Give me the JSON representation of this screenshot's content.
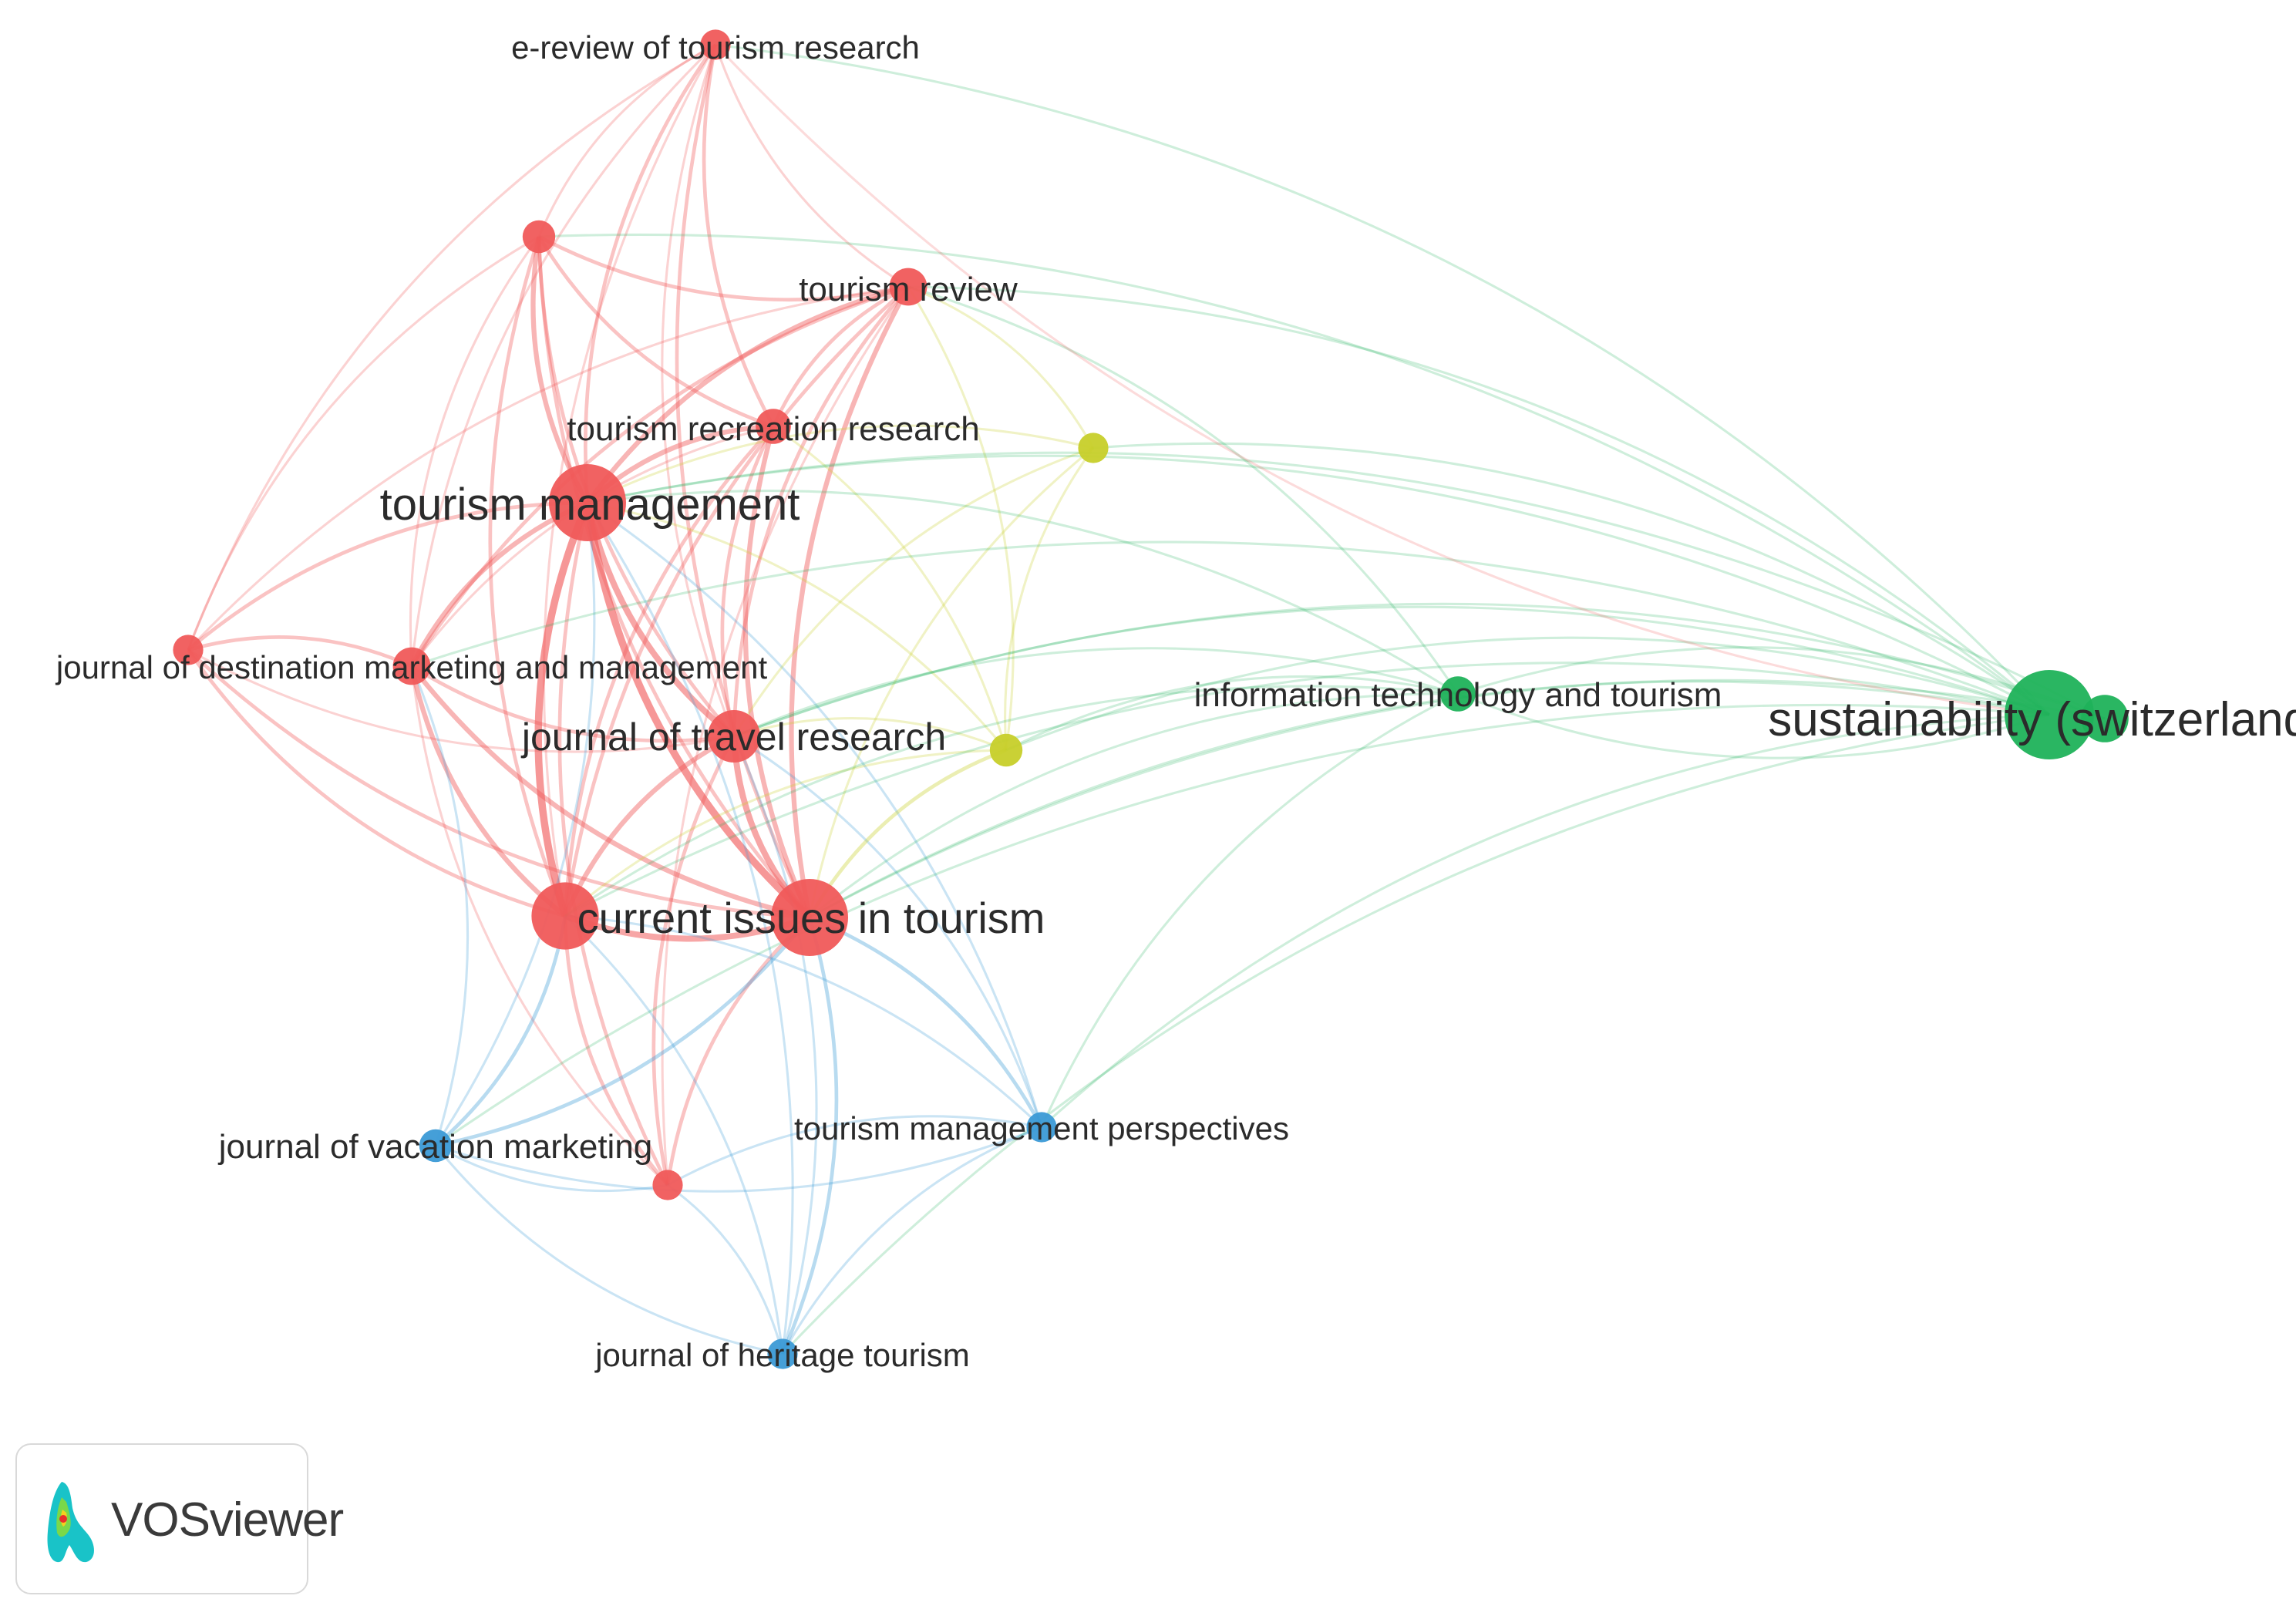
{
  "app": {
    "name": "VOSviewer"
  },
  "colors": {
    "cluster_1": "#f05a5a",
    "cluster_2": "#1fb25a",
    "cluster_3": "#3b9ad6",
    "cluster_4": "#c7cf2a"
  },
  "network": {
    "nodes": [
      {
        "id": "erev",
        "label": "e-review of tourism research",
        "cluster": 1,
        "weight": 1.2
      },
      {
        "id": "r1",
        "label": "",
        "cluster": 1,
        "weight": 1.4
      },
      {
        "id": "trev",
        "label": "tourism review",
        "cluster": 1,
        "weight": 1.8
      },
      {
        "id": "trr",
        "label": "tourism recreation research",
        "cluster": 1,
        "weight": 1.6
      },
      {
        "id": "tm",
        "label": "tourism management",
        "cluster": 1,
        "weight": 5.0
      },
      {
        "id": "jdmm",
        "label": "journal of destination marketing and management",
        "cluster": 1,
        "weight": 1.8
      },
      {
        "id": "r2",
        "label": "",
        "cluster": 1,
        "weight": 1.2
      },
      {
        "id": "jtr",
        "label": "journal of travel research",
        "cluster": 1,
        "weight": 3.0
      },
      {
        "id": "r3",
        "label": "",
        "cluster": 1,
        "weight": 4.2
      },
      {
        "id": "cit",
        "label": "current issues in tourism",
        "cluster": 1,
        "weight": 5.0
      },
      {
        "id": "r4",
        "label": "",
        "cluster": 1,
        "weight": 1.2
      },
      {
        "id": "jvm",
        "label": "journal of vacation marketing",
        "cluster": 3,
        "weight": 1.4
      },
      {
        "id": "tmp",
        "label": "tourism management perspectives",
        "cluster": 3,
        "weight": 1.2
      },
      {
        "id": "jht",
        "label": "journal of heritage tourism",
        "cluster": 3,
        "weight": 1.2
      },
      {
        "id": "y1",
        "label": "",
        "cluster": 4,
        "weight": 1.2
      },
      {
        "id": "y2",
        "label": "",
        "cluster": 4,
        "weight": 1.4
      },
      {
        "id": "itt",
        "label": "information technology and tourism",
        "cluster": 2,
        "weight": 1.6
      },
      {
        "id": "sust",
        "label": "sustainability (switzerland)",
        "cluster": 2,
        "weight": 6.0
      },
      {
        "id": "g2",
        "label": "",
        "cluster": 2,
        "weight": 2.6
      }
    ],
    "links": [
      [
        "erev",
        "r1",
        1
      ],
      [
        "erev",
        "trev",
        1
      ],
      [
        "erev",
        "trr",
        2
      ],
      [
        "erev",
        "tm",
        2
      ],
      [
        "erev",
        "jtr",
        1
      ],
      [
        "erev",
        "cit",
        2
      ],
      [
        "erev",
        "r3",
        1
      ],
      [
        "erev",
        "jdmm",
        1
      ],
      [
        "erev",
        "r2",
        1
      ],
      [
        "r1",
        "trev",
        2
      ],
      [
        "r1",
        "tm",
        3
      ],
      [
        "r1",
        "trr",
        2
      ],
      [
        "r1",
        "jtr",
        2
      ],
      [
        "r1",
        "cit",
        2
      ],
      [
        "r1",
        "r3",
        2
      ],
      [
        "r1",
        "jdmm",
        1
      ],
      [
        "r1",
        "r2",
        1
      ],
      [
        "trev",
        "tm",
        3
      ],
      [
        "trev",
        "trr",
        2
      ],
      [
        "trev",
        "jtr",
        2
      ],
      [
        "trev",
        "cit",
        3
      ],
      [
        "trev",
        "r3",
        2
      ],
      [
        "trev",
        "jdmm",
        2
      ],
      [
        "trev",
        "r4",
        1
      ],
      [
        "trev",
        "r2",
        1
      ],
      [
        "trr",
        "tm",
        3
      ],
      [
        "trr",
        "jtr",
        2
      ],
      [
        "trr",
        "cit",
        3
      ],
      [
        "trr",
        "r3",
        2
      ],
      [
        "trr",
        "jdmm",
        1
      ],
      [
        "tm",
        "jdmm",
        3
      ],
      [
        "tm",
        "jtr",
        4
      ],
      [
        "tm",
        "cit",
        5
      ],
      [
        "tm",
        "r3",
        5
      ],
      [
        "tm",
        "r2",
        2
      ],
      [
        "tm",
        "r4",
        2
      ],
      [
        "jdmm",
        "jtr",
        2
      ],
      [
        "jdmm",
        "cit",
        3
      ],
      [
        "jdmm",
        "r3",
        3
      ],
      [
        "jdmm",
        "r2",
        2
      ],
      [
        "jdmm",
        "r4",
        1
      ],
      [
        "r2",
        "r3",
        2
      ],
      [
        "r2",
        "cit",
        2
      ],
      [
        "r2",
        "jtr",
        1
      ],
      [
        "jtr",
        "cit",
        4
      ],
      [
        "jtr",
        "r3",
        3
      ],
      [
        "jtr",
        "r4",
        2
      ],
      [
        "r3",
        "cit",
        4
      ],
      [
        "r3",
        "r4",
        2
      ],
      [
        "cit",
        "r4",
        2
      ],
      [
        "jvm",
        "r3",
        2
      ],
      [
        "jvm",
        "cit",
        2
      ],
      [
        "jvm",
        "tm",
        1
      ],
      [
        "jvm",
        "jdmm",
        1
      ],
      [
        "jvm",
        "jht",
        1
      ],
      [
        "jvm",
        "tmp",
        1
      ],
      [
        "jvm",
        "r4",
        1
      ],
      [
        "tmp",
        "cit",
        2
      ],
      [
        "tmp",
        "r3",
        1
      ],
      [
        "tmp",
        "jtr",
        1
      ],
      [
        "tmp",
        "tm",
        1
      ],
      [
        "tmp",
        "jht",
        1
      ],
      [
        "tmp",
        "r4",
        1
      ],
      [
        "jht",
        "cit",
        2
      ],
      [
        "jht",
        "r3",
        1
      ],
      [
        "jht",
        "r4",
        1
      ],
      [
        "jht",
        "tm",
        1
      ],
      [
        "jht",
        "jtr",
        1
      ],
      [
        "y1",
        "tm",
        1
      ],
      [
        "y1",
        "trev",
        1
      ],
      [
        "y1",
        "cit",
        1
      ],
      [
        "y1",
        "y2",
        1
      ],
      [
        "y1",
        "jtr",
        1
      ],
      [
        "y2",
        "cit",
        2
      ],
      [
        "y2",
        "tm",
        1
      ],
      [
        "y2",
        "trev",
        1
      ],
      [
        "y2",
        "jtr",
        1
      ],
      [
        "y2",
        "r3",
        1
      ],
      [
        "y2",
        "trr",
        1
      ],
      [
        "itt",
        "tm",
        1
      ],
      [
        "itt",
        "cit",
        1
      ],
      [
        "itt",
        "jtr",
        1
      ],
      [
        "itt",
        "y2",
        1
      ],
      [
        "itt",
        "sust",
        1
      ],
      [
        "itt",
        "trev",
        1
      ],
      [
        "itt",
        "r3",
        1
      ],
      [
        "itt",
        "tmp",
        1
      ],
      [
        "sust",
        "tm",
        1
      ],
      [
        "sust",
        "cit",
        1
      ],
      [
        "sust",
        "jtr",
        1
      ],
      [
        "sust",
        "r3",
        1
      ],
      [
        "sust",
        "trev",
        1
      ],
      [
        "sust",
        "erev",
        1
      ],
      [
        "sust",
        "jdmm",
        1
      ],
      [
        "sust",
        "jvm",
        1
      ],
      [
        "sust",
        "jht",
        1
      ],
      [
        "sust",
        "tmp",
        1
      ],
      [
        "sust",
        "y1",
        1
      ],
      [
        "sust",
        "y2",
        1
      ],
      [
        "sust",
        "r1",
        1
      ],
      [
        "g2",
        "tm",
        1
      ],
      [
        "g2",
        "cit",
        1
      ],
      [
        "g2",
        "jtr",
        1
      ],
      [
        "g2",
        "itt",
        1
      ],
      [
        "erev",
        "sust",
        1
      ]
    ]
  }
}
